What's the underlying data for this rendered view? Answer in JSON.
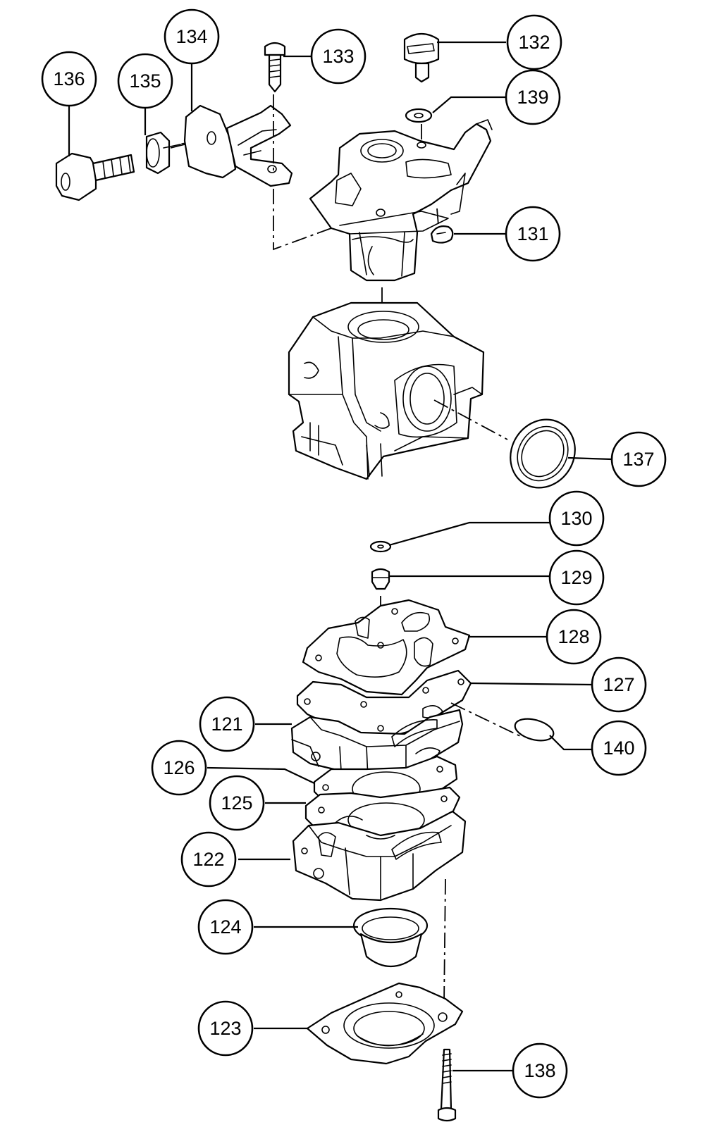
{
  "callouts": {
    "c121": "121",
    "c122": "122",
    "c123": "123",
    "c124": "124",
    "c125": "125",
    "c126": "126",
    "c127": "127",
    "c128": "128",
    "c129": "129",
    "c130": "130",
    "c131": "131",
    "c132": "132",
    "c133": "133",
    "c134": "134",
    "c135": "135",
    "c136": "136",
    "c137": "137",
    "c138": "138",
    "c139": "139",
    "c140": "140"
  }
}
